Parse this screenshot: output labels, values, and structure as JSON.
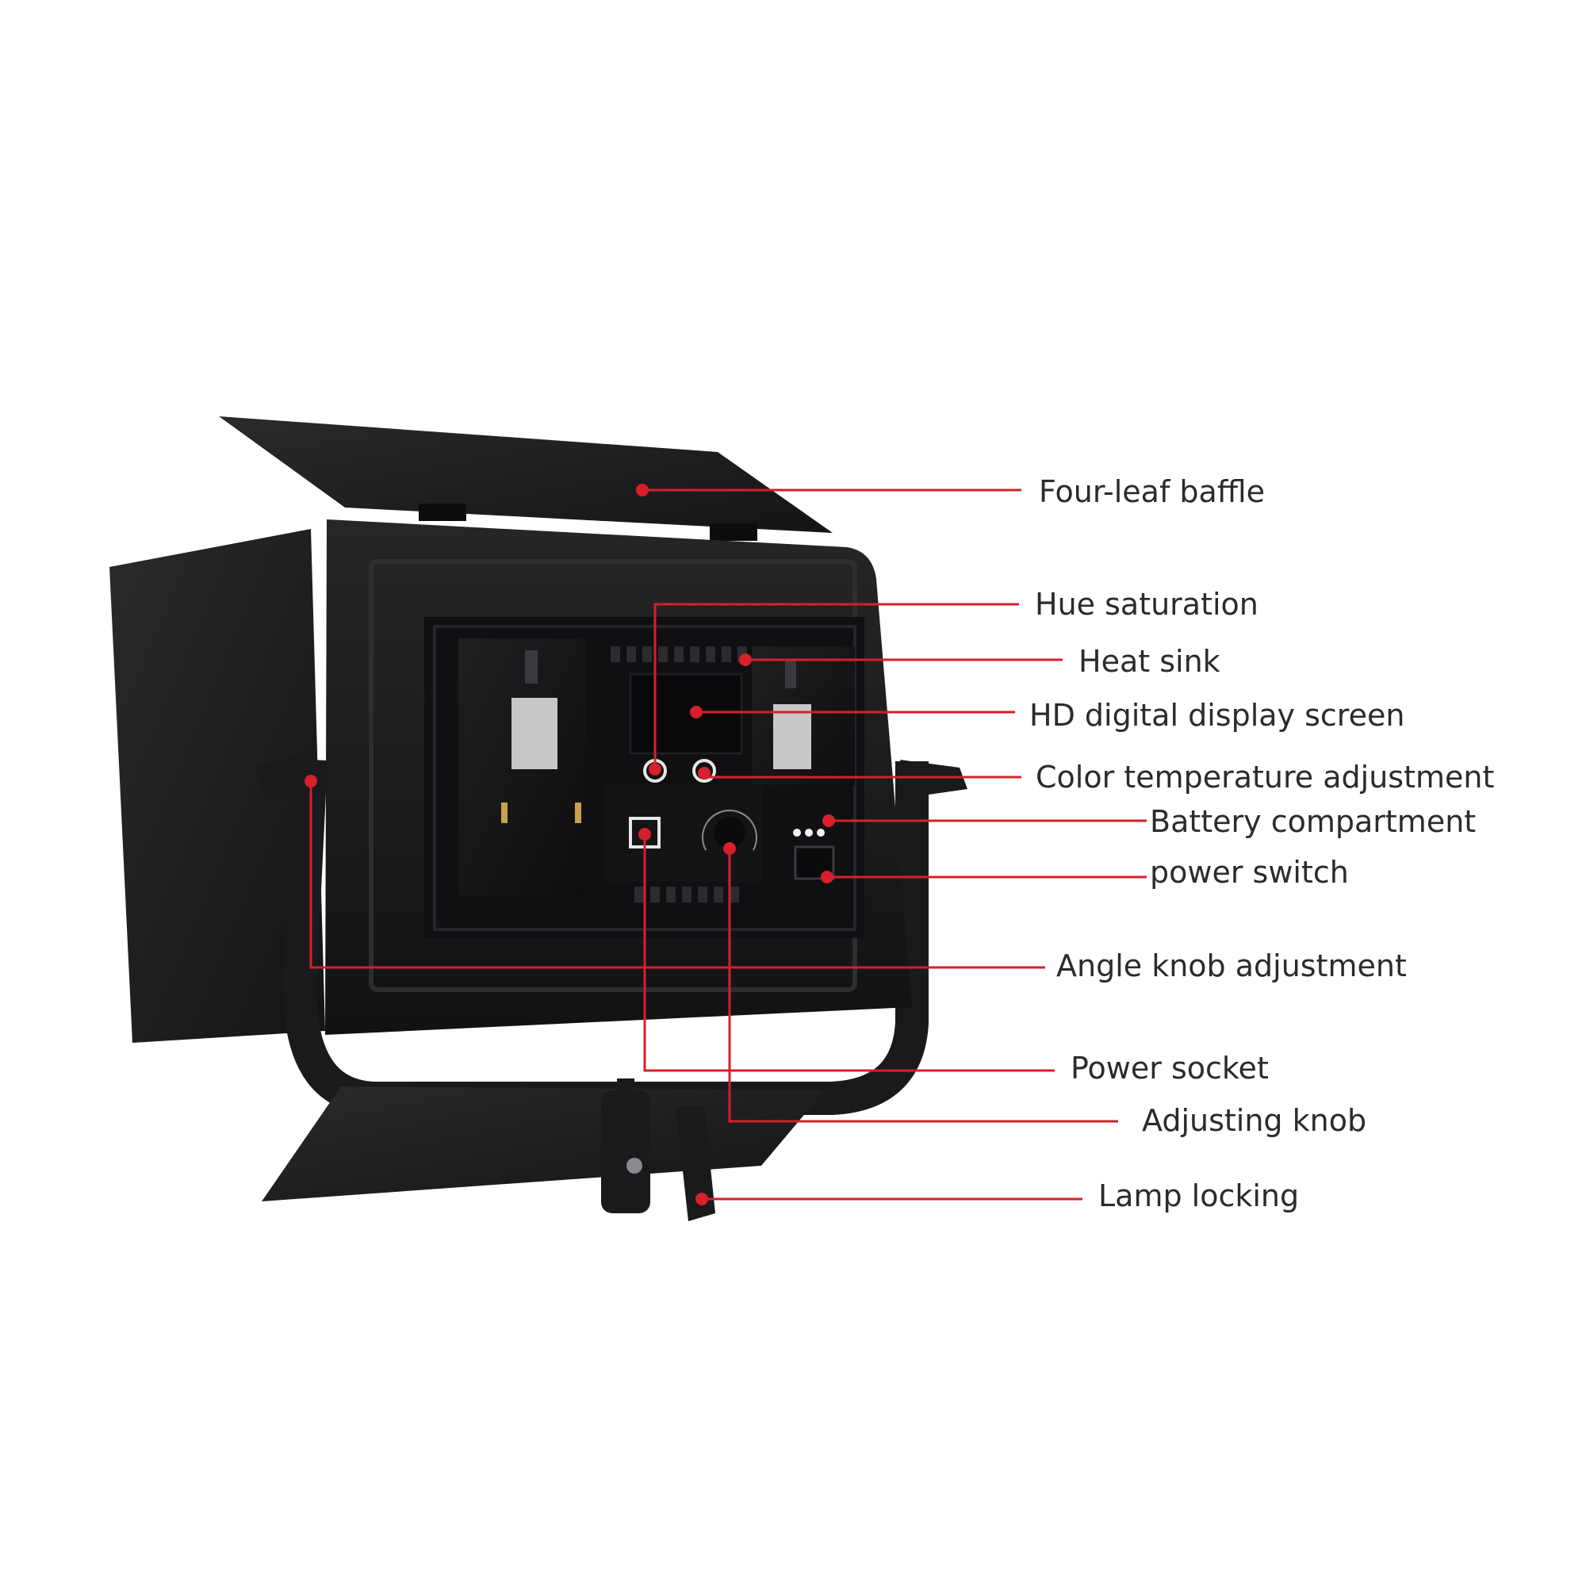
{
  "colors": {
    "accent": "#d6202a",
    "device": "#1c1c1e",
    "label_text": "#2b2b2b"
  },
  "callouts": [
    {
      "id": "four-leaf-baffle",
      "label": "Four-leaf baffle"
    },
    {
      "id": "hue-saturation",
      "label": "Hue saturation"
    },
    {
      "id": "heat-sink",
      "label": "Heat sink"
    },
    {
      "id": "hd-display",
      "label": "HD digital display screen"
    },
    {
      "id": "color-temp",
      "label": "Color temperature adjustment"
    },
    {
      "id": "battery",
      "label": "Battery compartment"
    },
    {
      "id": "power-switch",
      "label": "power switch"
    },
    {
      "id": "angle-knob",
      "label": "Angle knob adjustment"
    },
    {
      "id": "power-socket",
      "label": "Power socket"
    },
    {
      "id": "adjusting-knob",
      "label": "Adjusting knob"
    },
    {
      "id": "lamp-locking",
      "label": "Lamp locking"
    }
  ]
}
